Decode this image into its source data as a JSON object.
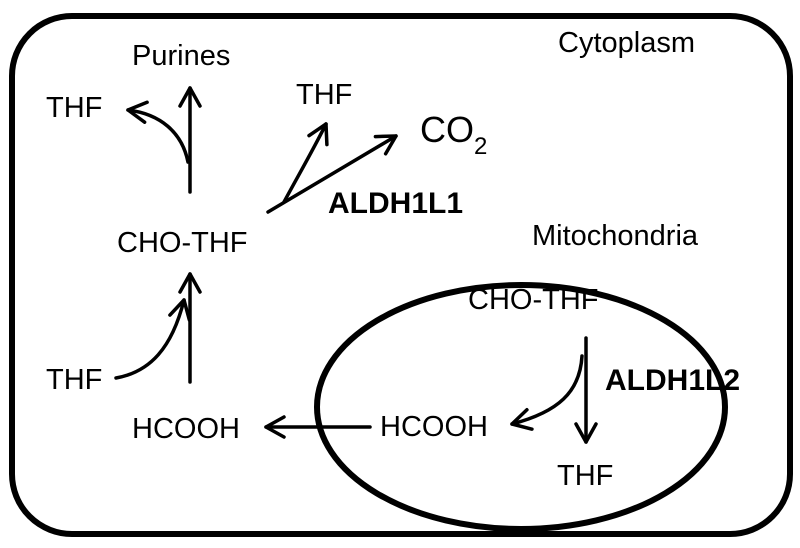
{
  "compartments": {
    "cytoplasm": "Cytoplasm",
    "mitochondria": "Mitochondria"
  },
  "cytoplasm_nodes": {
    "purines": "Purines",
    "thf_top_left": "THF",
    "thf_top_middle": "THF",
    "co2_main": "CO",
    "co2_subscript": "2",
    "cho_thf": "CHO-THF",
    "thf_left": "THF",
    "hcooh": "HCOOH"
  },
  "mitochondria_nodes": {
    "cho_thf": "CHO-THF",
    "hcooh": "HCOOH",
    "thf": "THF"
  },
  "enzymes": {
    "cytoplasmic": "ALDH1L1",
    "mitochondrial": "ALDH1L2"
  }
}
